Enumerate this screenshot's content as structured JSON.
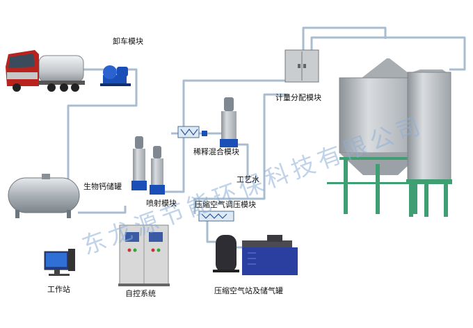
{
  "labels": {
    "unloading": "卸车模块",
    "metering": "计量分配模块",
    "biocalcium_tank": "生物钙储罐",
    "dilution": "稀释混合模块",
    "process_water": "工艺水",
    "spray": "喷射模块",
    "compressed_air_reg": "压缩空气调压模块",
    "workstation": "工作站",
    "auto_control": "自控系统",
    "air_station": "压缩空气站及储气罐"
  },
  "watermark": "东龙源节能环保科技有限公司",
  "colors": {
    "pipe": "#a9bdd1",
    "pump": "#1a4fb8",
    "steel": "#b7bcc0",
    "truck_cab": "#b8231e",
    "support": "#3f9f72",
    "cabinet": "#d8d8d8",
    "tank_blue": "#2b3fa0"
  }
}
